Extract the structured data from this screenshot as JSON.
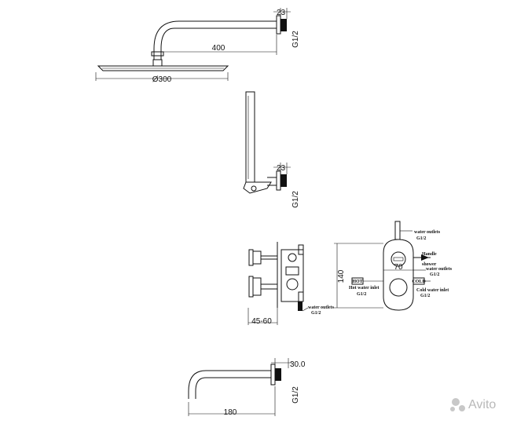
{
  "shower_arm": {
    "dim_23": "23",
    "dim_g12": "G1/2",
    "dim_400": "400",
    "dim_300": "Ø300"
  },
  "hand_shower": {
    "dim_23": "23",
    "dim_g12": "G1/2"
  },
  "mixer_side": {
    "dim_4560": "45-60",
    "outlet_label": "water outlets",
    "outlet_size": "G1/2"
  },
  "mixer_front": {
    "dim_140": "140",
    "dim_70": "70",
    "top_outlet_label": "water outlets",
    "top_outlet_size": "G1/2",
    "handle_label_1": "Handle",
    "handle_label_2": "shower",
    "right_outlet_label": "water outlets",
    "right_outlet_size": "G1/2",
    "hot_tag": "HOT",
    "hot_inlet_label": "Hot water inlet",
    "hot_inlet_size": "G1/2",
    "cold_tag": "COLD",
    "cold_inlet_label": "Cold water inlet",
    "cold_inlet_size": "G1/2"
  },
  "spout": {
    "dim_30": "30.0",
    "dim_g12": "G1/2",
    "dim_180": "180"
  },
  "watermark": {
    "text": "Avito"
  }
}
